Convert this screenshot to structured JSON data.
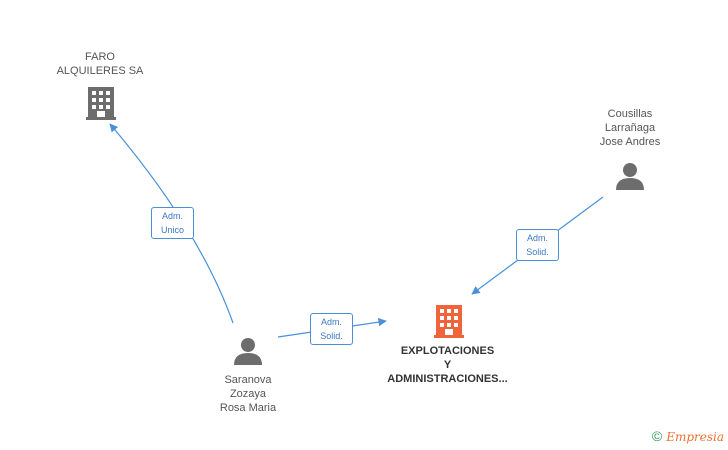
{
  "nodes": {
    "faro": {
      "label": "FARO\nALQUILERES SA",
      "type": "company",
      "color": "#6d6d6d"
    },
    "cousillas": {
      "label": "Cousillas\nLarrañaga\nJose Andres",
      "type": "person",
      "color": "#6d6d6d"
    },
    "saranova": {
      "label": "Saranova\nZozaya\nRosa Maria",
      "type": "person",
      "color": "#6d6d6d"
    },
    "explotaciones": {
      "label": "EXPLOTACIONES\nY\nADMINISTRACIONES...",
      "type": "company",
      "color": "#f0643c"
    }
  },
  "edges": [
    {
      "from": "saranova",
      "to": "faro",
      "label": "Adm.\nUnico"
    },
    {
      "from": "cousillas",
      "to": "explotaciones",
      "label": "Adm.\nSolid."
    },
    {
      "from": "saranova",
      "to": "explotaciones",
      "label": "Adm.\nSolid."
    }
  ],
  "colors": {
    "edge": "#4a90d9"
  },
  "footer": {
    "copyright": "©",
    "brand": "Empresia"
  }
}
